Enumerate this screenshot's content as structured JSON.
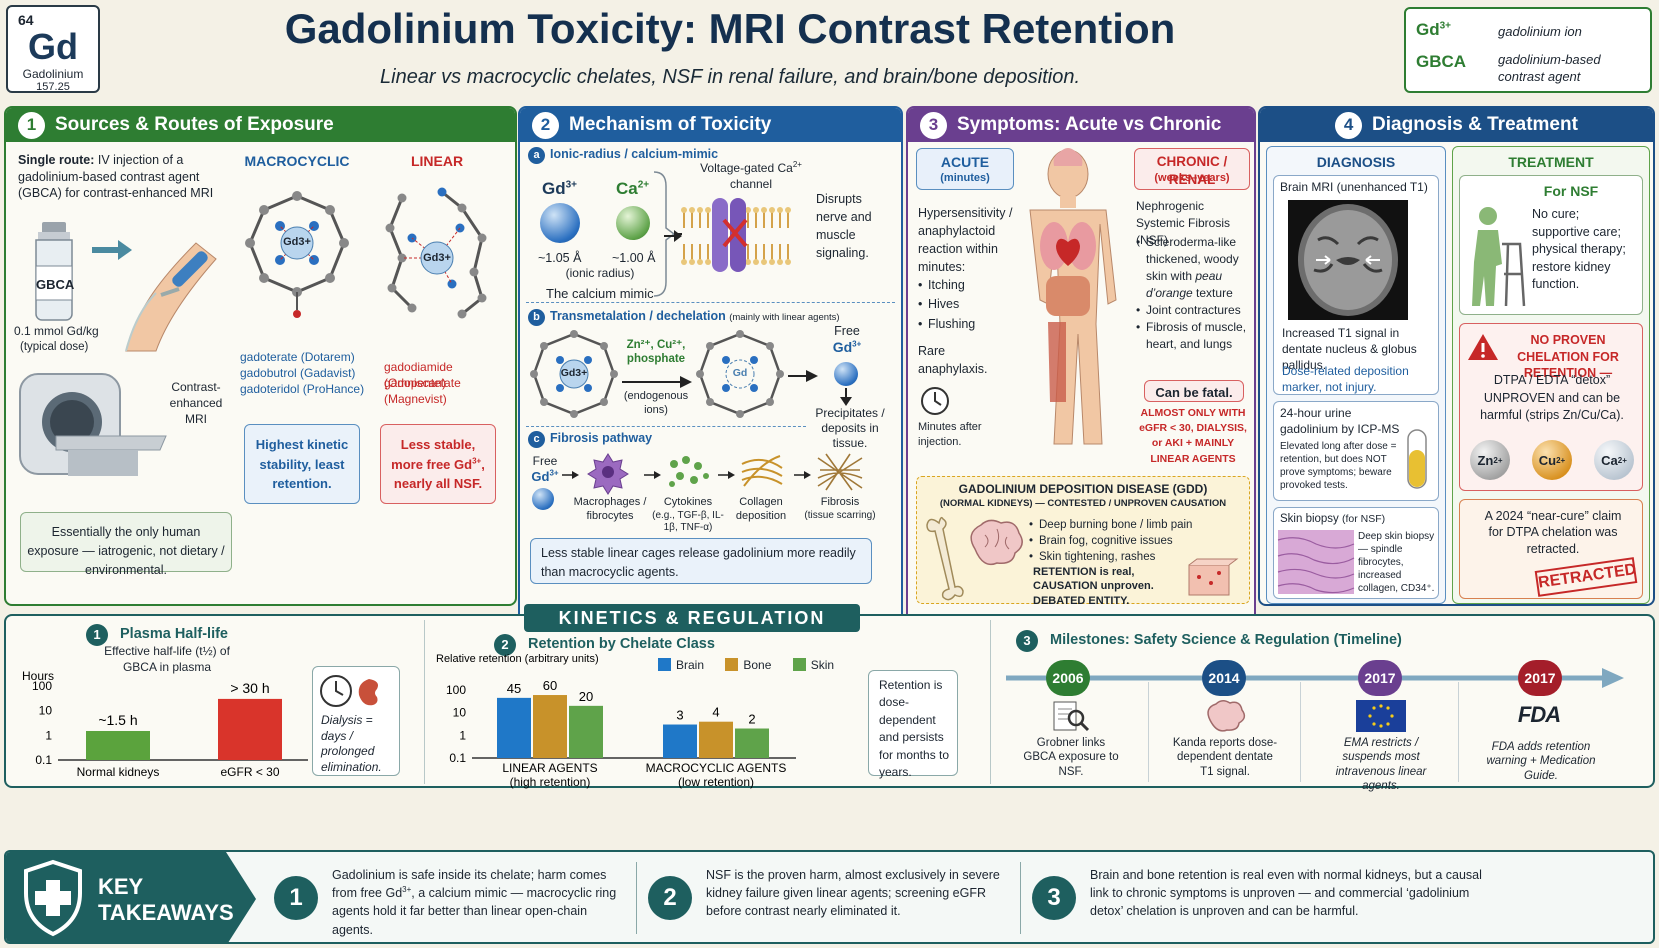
{
  "header": {
    "element_number": "64",
    "element_symbol": "Gd",
    "element_name": "Gadolinium",
    "element_mass": "157.25",
    "title": "Gadolinium Toxicity: MRI Contrast Retention",
    "subtitle": "Linear vs macrocyclic chelates, NSF in renal failure, and brain/bone deposition.",
    "legend": [
      {
        "term": "Gd",
        "sup": "3+",
        "def": "gadolinium ion"
      },
      {
        "term": "GBCA",
        "sup": "",
        "def": "gadolinium-based contrast agent"
      }
    ]
  },
  "colors": {
    "green": "#2e7d32",
    "blue": "#1f5e9e",
    "purple": "#6a3f8f",
    "navy": "#1c4f86",
    "teal": "#1e5f5f",
    "red": "#c62828",
    "orange": "#d2691e"
  },
  "p1": {
    "num": "1",
    "title": "Sources & Routes of Exposure",
    "route_label": "Single route:",
    "route_text": "IV injection of a gadolinium-based contrast agent (GBCA) for contrast-enhanced MRI",
    "vial_label": "GBCA",
    "dose": "0.1 mmol Gd/kg",
    "dose_note": "(typical dose)",
    "mri_label": "Contrast-enhanced MRI",
    "ion_label": "Gd3+",
    "macro": {
      "heading": "MACROCYCLIC",
      "agents": [
        "gadoterate (Dotarem)",
        "gadobutrol (Gadavist)",
        "gadoteridol (ProHance)"
      ],
      "note": "Highest kinetic stability, least retention."
    },
    "linear": {
      "heading": "LINEAR",
      "agents": [
        "gadodiamide (Omniscan)",
        "gadopentetate (Magnevist)"
      ],
      "note_pre": "Less stable, more free Gd",
      "note_sup": "3+",
      "note_post": ", nearly all NSF."
    },
    "footer": "Essentially the only human exposure — iatrogenic, not dietary / environmental."
  },
  "p2": {
    "num": "2",
    "title": "Mechanism of Toxicity",
    "a": {
      "letter": "a",
      "title": "Ionic-radius / calcium-mimic",
      "gd_sym": "Gd",
      "gd_sup": "3+",
      "gd_size": "~1.05 Å",
      "ca_sym": "Ca",
      "ca_sup": "2+",
      "ca_size": "~1.00 Å",
      "radius_note": "(ionic radius)",
      "mimic": "The calcium mimic",
      "channel_pre": "Voltage-gated Ca",
      "channel_sup": "2+",
      "channel_post": " channel",
      "effect": "Disrupts nerve and muscle signaling."
    },
    "b": {
      "letter": "b",
      "title": "Transmetalation / dechelation",
      "title_note": "(mainly with linear agents)",
      "ions": "Zn²⁺, Cu²⁺, phosphate",
      "ions_note": "(endogenous ions)",
      "free_pre": "Free",
      "free_sym": "Gd",
      "free_sup": "3+",
      "precip": "Precipitates / deposits in tissue.",
      "gd_ion": "Gd3+",
      "gd_small": "Gd"
    },
    "c": {
      "letter": "c",
      "title": "Fibrosis pathway",
      "free_pre": "Free",
      "free_sym": "Gd",
      "free_sup": "3+",
      "steps": [
        {
          "label": "Macrophages / fibrocytes",
          "sub": ""
        },
        {
          "label": "Cytokines",
          "sub": "(e.g., TGF-β, IL-1β, TNF-α)"
        },
        {
          "label": "Collagen deposition",
          "sub": ""
        },
        {
          "label": "Fibrosis",
          "sub": "(tissue scarring)"
        }
      ]
    },
    "note": "Less stable linear cages release gadolinium more readily than macrocyclic agents."
  },
  "p3": {
    "num": "3",
    "title": "Symptoms: Acute vs Chronic",
    "acute": {
      "heading": "ACUTE",
      "sub": "(minutes)",
      "intro": "Hypersensitivity / anaphylactoid reaction within minutes:",
      "items": [
        "Itching",
        "Hives",
        "Flushing"
      ],
      "rare": "Rare anaphylaxis.",
      "timing": "Minutes after injection."
    },
    "chronic": {
      "heading": "CHRONIC / RENAL",
      "sub": "(weeks–years)",
      "intro": "Nephrogenic Systemic Fibrosis (NSF)",
      "items": [
        "Scleroderma-like thickened, woody skin with",
        "Joint contractures",
        "Fibrosis of muscle, heart, and lungs"
      ],
      "italic": "peau d’orange",
      "italic_after": " texture",
      "fatal": "Can be fatal.",
      "risk": "ALMOST ONLY WITH eGFR < 30, DIALYSIS, or AKI + MAINLY LINEAR AGENTS"
    },
    "gdd": {
      "title": "GADOLINIUM DEPOSITION DISEASE (GDD)",
      "sub": "(NORMAL KIDNEYS) — CONTESTED / UNPROVEN CAUSATION",
      "items": [
        "Deep burning bone / limb pain",
        "Brain fog, cognitive issues",
        "Skin tightening, rashes"
      ],
      "bottom": "RETENTION is real, CAUSATION unproven. DEBATED ENTITY."
    }
  },
  "p4": {
    "num": "4",
    "title": "Diagnosis & Treatment",
    "diag": {
      "heading": "DIAGNOSIS",
      "mri_title": "Brain MRI (unenhanced T1)",
      "mri_text": "Increased T1 signal in dentate nucleus & globus pallidus.",
      "mri_note": "Dose-related deposition marker, not injury.",
      "urine_title": "24-hour urine gadolinium by ICP-MS",
      "urine_text": "Elevated long after dose = retention, but does NOT prove symptoms; beware provoked tests.",
      "biopsy_title": "Skin biopsy",
      "biopsy_note": "(for NSF)",
      "biopsy_text": "Deep skin biopsy — spindle fibrocytes, increased collagen, CD34⁺."
    },
    "treat": {
      "heading": "TREATMENT",
      "nsf_title": "For NSF",
      "nsf_text": "No cure; supportive care; physical therapy; restore kidney function.",
      "warn_title": "NO PROVEN CHELATION FOR RETENTION —",
      "warn_text": "DTPA / EDTA “detox” UNPROVEN and can be harmful (strips Zn/Cu/Ca).",
      "ions": [
        {
          "sym": "Zn",
          "sup": "2+"
        },
        {
          "sym": "Cu",
          "sup": "2+"
        },
        {
          "sym": "Ca",
          "sup": "2+"
        }
      ],
      "retract_text": "A 2024 “near-cure” claim for DTPA chelation was retracted.",
      "stamp": "RETRACTED"
    }
  },
  "kinetics": {
    "banner": "KINETICS & REGULATION",
    "k1": {
      "num": "1",
      "title": "Plasma Half-life",
      "desc": "Effective half-life (t½) of GBCA in plasma",
      "side_note": "Dialysis = days / prolonged elimination."
    },
    "k2": {
      "num": "2",
      "title": "Retention by Chelate Class",
      "side_note": "Retention is dose-dependent and persists for months to years."
    },
    "k3": {
      "num": "3",
      "title": "Milestones: Safety Science & Regulation (Timeline)",
      "events": [
        {
          "year": "2006",
          "text": "Grobner links GBCA exposure to NSF.",
          "italic": false
        },
        {
          "year": "2014",
          "text": "Kanda reports dose-dependent dentate T1 signal.",
          "italic": false
        },
        {
          "year": "2017",
          "text": "EMA restricts / suspends most intravenous linear agents.",
          "italic": true
        },
        {
          "year": "2017",
          "text": "FDA adds retention warning + Medication Guide.",
          "italic": true
        }
      ],
      "fda_logo": "FDA"
    }
  },
  "chart_data": [
    {
      "type": "bar",
      "title": "",
      "ylabel": "Hours",
      "yscale": "log",
      "ylim": [
        0.1,
        100
      ],
      "yticks": [
        "100",
        "10",
        "1",
        "0.1"
      ],
      "categories": [
        "Normal kidneys",
        "eGFR < 30"
      ],
      "values": [
        1.5,
        30
      ],
      "data_labels": [
        "~1.5 h",
        "> 30 h"
      ],
      "colors": [
        "#5ba33d",
        "#d9342b"
      ]
    },
    {
      "type": "bar",
      "title": "",
      "ylabel": "Relative retention (arbitrary units)",
      "yscale": "log",
      "ylim": [
        0.1,
        100
      ],
      "yticks": [
        "100",
        "10",
        "1",
        "0.1"
      ],
      "categories": [
        "LINEAR AGENTS",
        "MACROCYCLIC AGENTS"
      ],
      "category_subs": [
        "(high retention)",
        "(low retention)"
      ],
      "series": [
        {
          "name": "Brain",
          "color": "#1f78c8",
          "values": [
            45,
            3
          ]
        },
        {
          "name": "Bone",
          "color": "#c8922a",
          "values": [
            60,
            4
          ]
        },
        {
          "name": "Skin",
          "color": "#5fa34a",
          "values": [
            20,
            2
          ]
        }
      ],
      "legend": "top"
    }
  ],
  "takeaways": {
    "title_1": "KEY",
    "title_2": "TAKEAWAYS",
    "items": [
      {
        "num": "1",
        "pre": "Gadolinium is safe inside its chelate; harm comes from free Gd",
        "sup": "3+",
        "post": ", a calcium mimic — macrocyclic ring agents hold it far better than linear open-chain agents."
      },
      {
        "num": "2",
        "pre": "NSF is the proven harm, almost exclusively in severe kidney failure given linear agents; screening eGFR before contrast nearly eliminated it.",
        "sup": "",
        "post": ""
      },
      {
        "num": "3",
        "pre": "Brain and bone retention is real even with normal kidneys, but a causal link to chronic symptoms is unproven — and commercial ‘gadolinium detox’ chelation is unproven and can be harmful.",
        "sup": "",
        "post": ""
      }
    ]
  }
}
